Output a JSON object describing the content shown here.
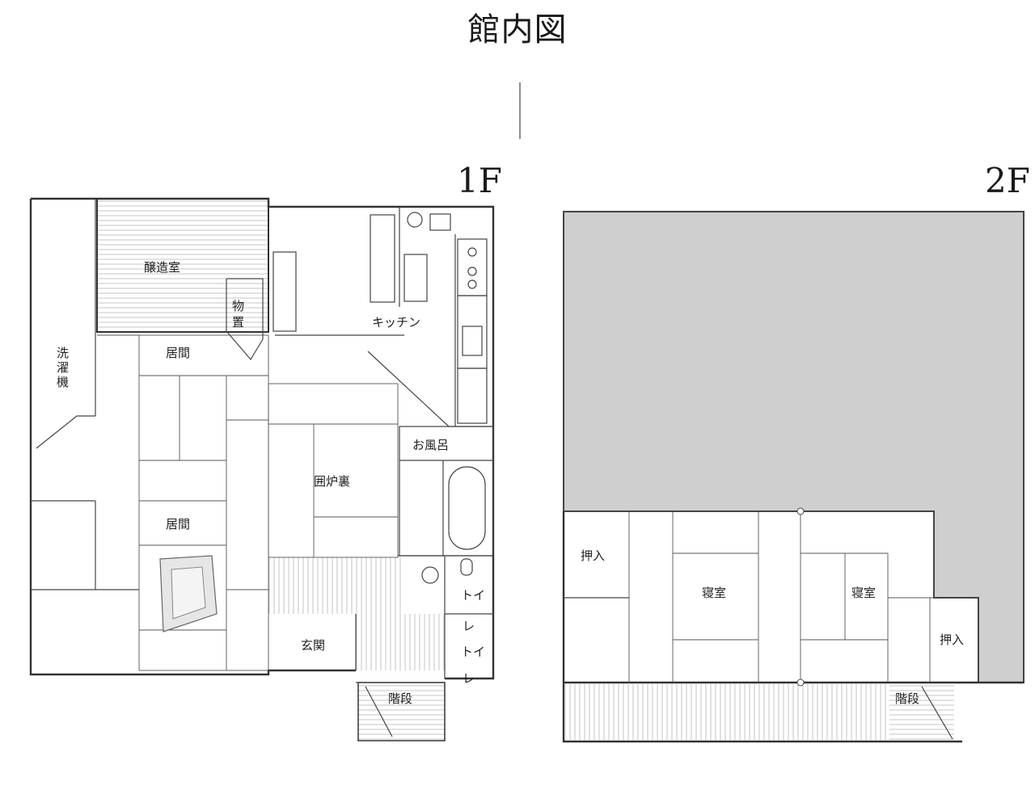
{
  "title": "館内図",
  "floor1": {
    "label": "1F",
    "rooms": {
      "brewery": "醸造室",
      "storage": "物\n置",
      "kitchen": "キッチン",
      "washing_machine": "洗\n濯\n機",
      "living1": "居間",
      "living2": "居間",
      "irori": "囲炉裏",
      "bath": "お風呂",
      "toilet1": "トイ\nレ",
      "toilet2": "トイ\nレ",
      "entrance": "玄関",
      "stairs": "階段"
    }
  },
  "floor2": {
    "label": "2F",
    "rooms": {
      "closet1": "押入",
      "bedroom1": "寝室",
      "bedroom2": "寝室",
      "closet2": "押入",
      "stairs": "階段"
    }
  }
}
